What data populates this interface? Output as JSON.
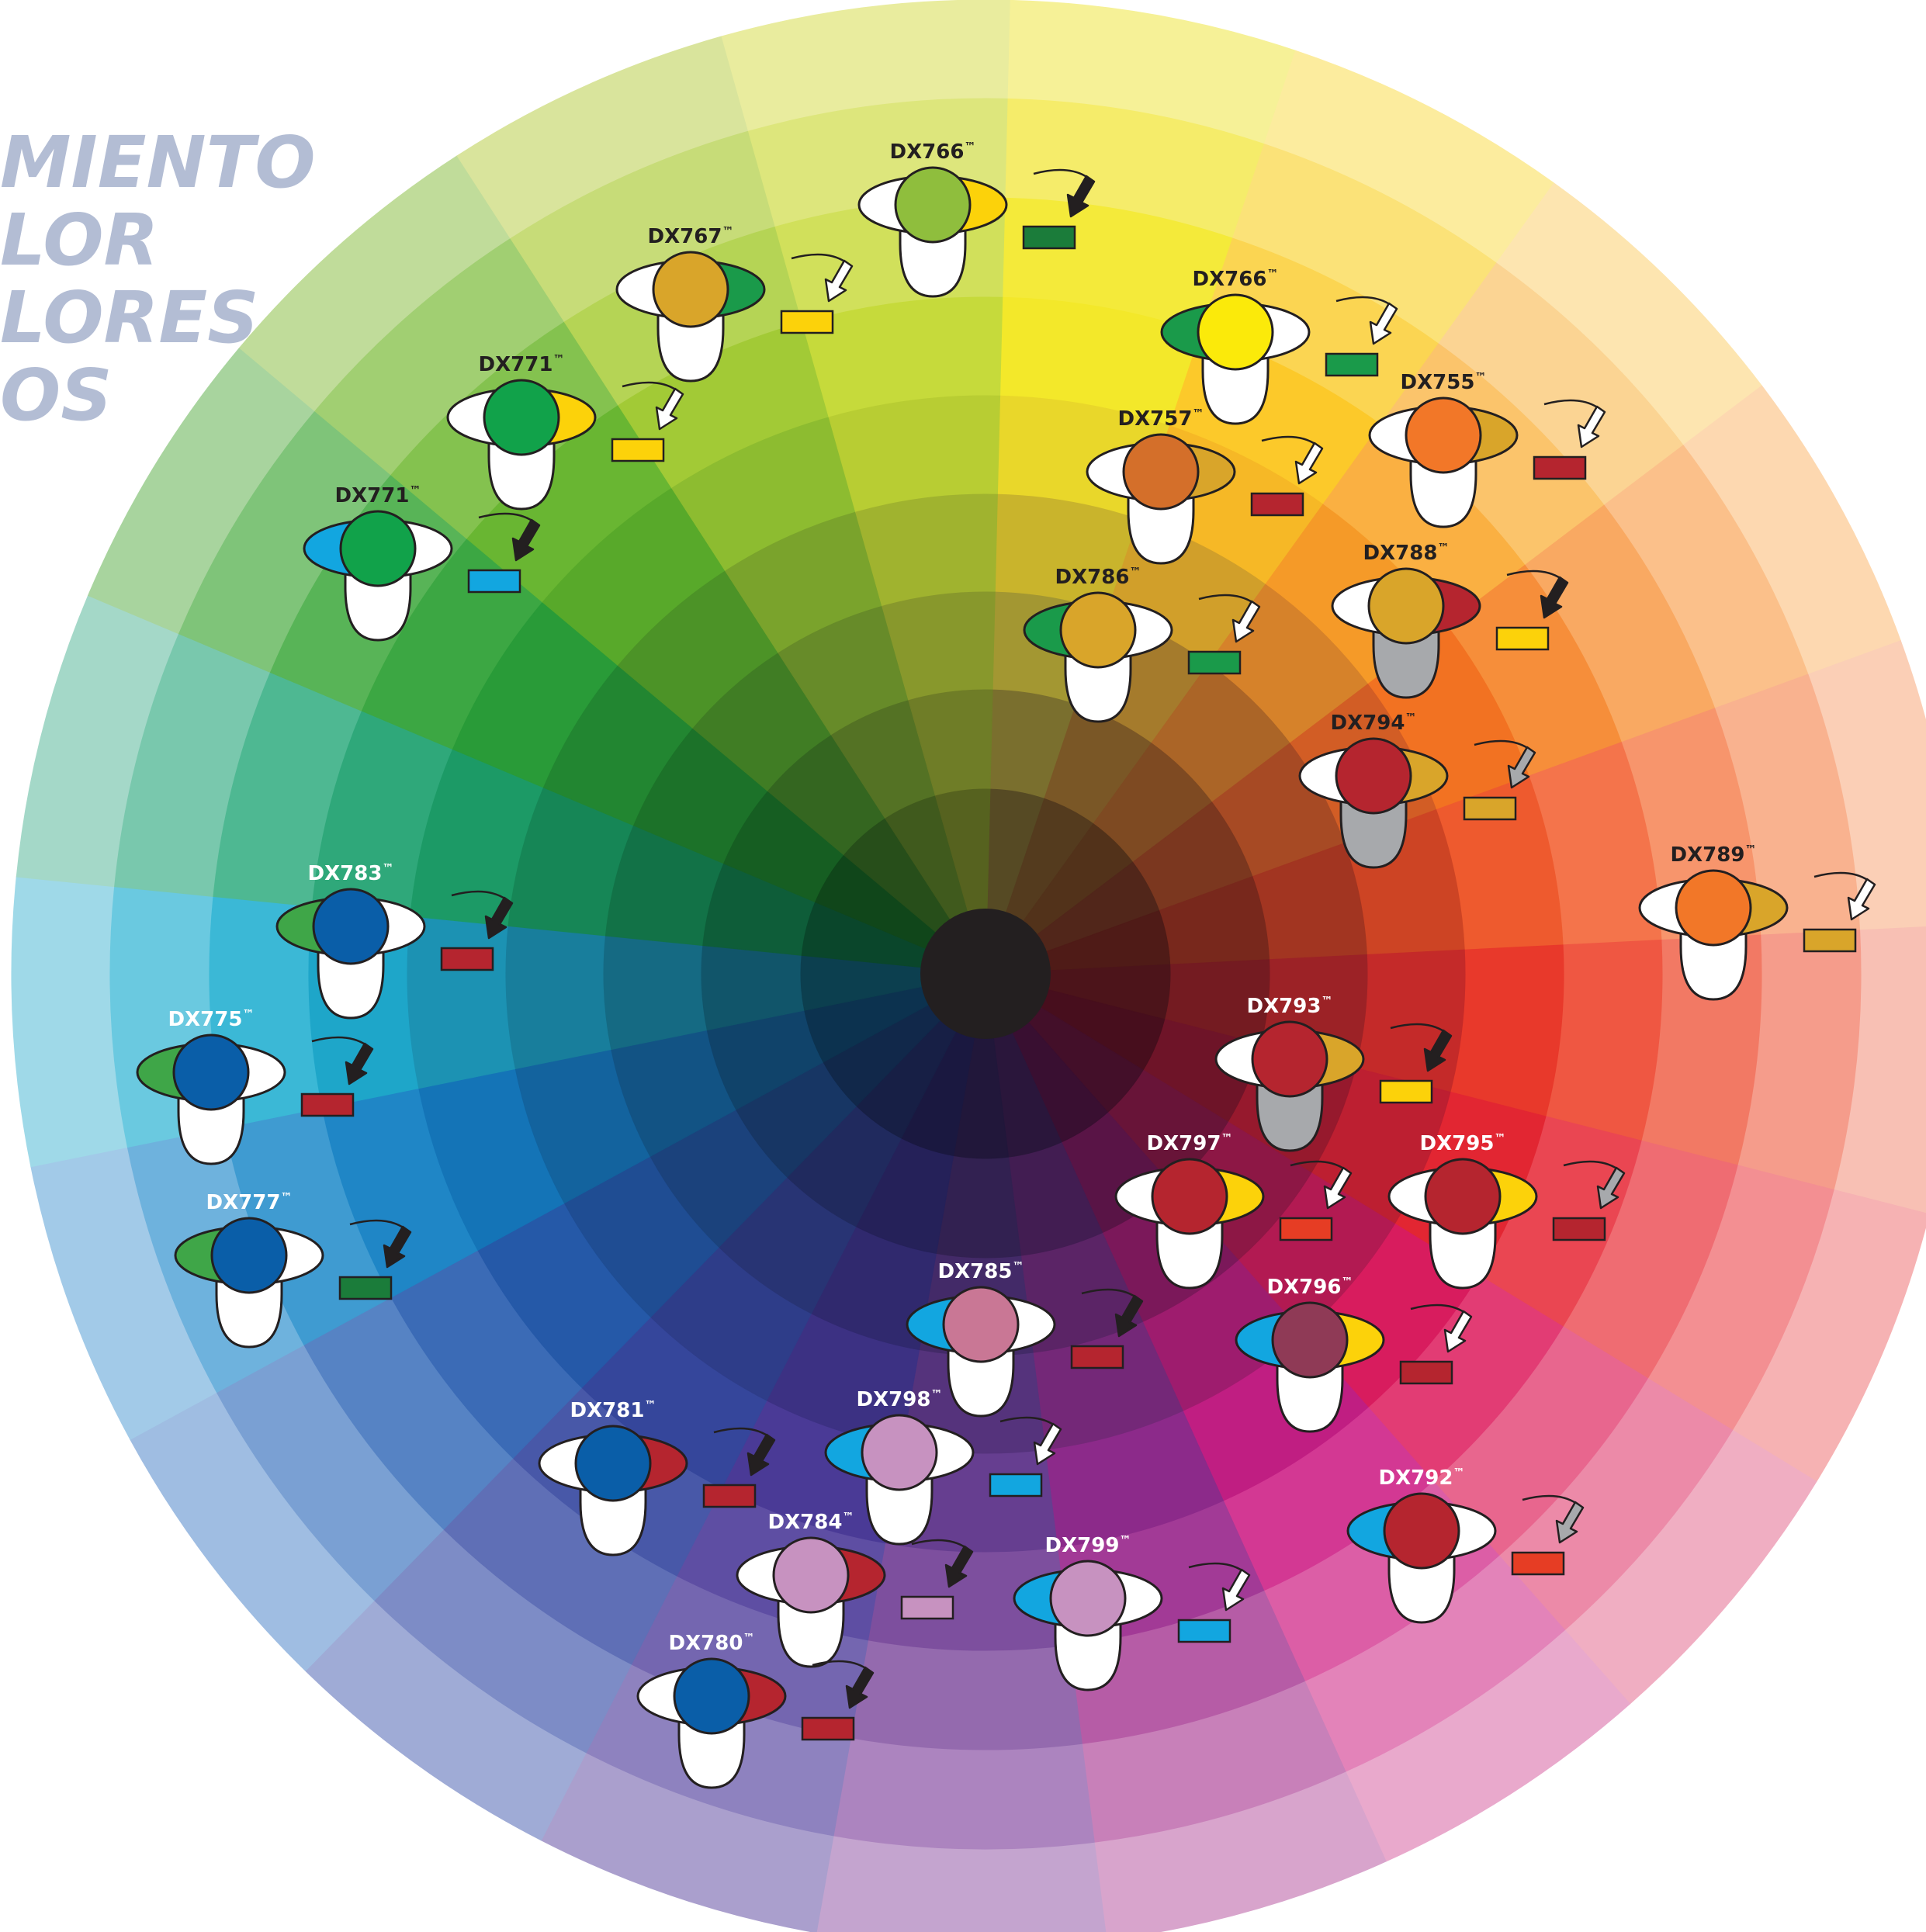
{
  "title_lines": [
    "MIENTO",
    "LOR",
    "LORES",
    "OS"
  ],
  "center_color": "#231f20",
  "wheel_colors": [
    [
      "#f6f197",
      "#f5ec6a",
      "#f4ea3a",
      "#f3e82a",
      "#e9d72a",
      "#c9b42c",
      "#a39732",
      "#7a6f2e",
      "#564a24"
    ],
    [
      "#fcec9e",
      "#fbe278",
      "#fbd552",
      "#fcc92a",
      "#f6b826",
      "#d19f2a",
      "#a57b2c",
      "#7a5726",
      "#543b1e"
    ],
    [
      "#fde5b0",
      "#fbd493",
      "#fbc46b",
      "#fab042",
      "#f59a28",
      "#d6822a",
      "#ab6527",
      "#7e4a22",
      "#52321a"
    ],
    [
      "#fdd8b0",
      "#fbc08a",
      "#f9a962",
      "#f68e3a",
      "#f27222",
      "#d25d25",
      "#a74a24",
      "#7b371f",
      "#51261a"
    ],
    [
      "#fbcfb6",
      "#f9b28f",
      "#f7956c",
      "#f4744b",
      "#ee5a2e",
      "#cd4424",
      "#a23521",
      "#78281c",
      "#4f1b17"
    ],
    [
      "#f8c0b4",
      "#f59c8b",
      "#f27964",
      "#ef5742",
      "#e8392b",
      "#c42a29",
      "#9c2226",
      "#741b21",
      "#4c141a"
    ],
    [
      "#f6b2b3",
      "#f38f92",
      "#ef6c72",
      "#ea4652",
      "#e22632",
      "#bd1f31",
      "#96192d",
      "#6e1428",
      "#470e1d"
    ],
    [
      "#f0aec2",
      "#ec8aa8",
      "#e8668e",
      "#e23c74",
      "#d81c5e",
      "#b21a52",
      "#8d1745",
      "#681438",
      "#430f29"
    ],
    [
      "#e9a9cc",
      "#e383b9",
      "#dc5ea6",
      "#d33893",
      "#c01e82",
      "#9e1c6e",
      "#7b185a",
      "#591446",
      "#390f31"
    ],
    [
      "#d8a4cc",
      "#c880b9",
      "#b65ca6",
      "#a23a96",
      "#8c2a8a",
      "#742878",
      "#5b2466",
      "#421d52",
      "#2a163b"
    ],
    [
      "#c4a4cf",
      "#ac84bf",
      "#946aae",
      "#7d4f9e",
      "#663e90",
      "#55337c",
      "#432a68",
      "#322151",
      "#21173a"
    ],
    [
      "#aa9fcd",
      "#8e82bf",
      "#7466b0",
      "#5e4ea3",
      "#4a3a96",
      "#3c3183",
      "#30296e",
      "#252159",
      "#1a1840"
    ],
    [
      "#9fabd6",
      "#7d8cc6",
      "#5f6fb6",
      "#4858a8",
      "#35469b",
      "#2e3d89",
      "#283474",
      "#202a5e",
      "#171f45"
    ],
    [
      "#9fbde2",
      "#7aa0d3",
      "#5683c4",
      "#3b6bb6",
      "#2559a8",
      "#1f4d93",
      "#1b427c",
      "#173664",
      "#11284a"
    ],
    [
      "#a2cae8",
      "#6eb2dd",
      "#3f9bd1",
      "#1f86c6",
      "#1474b7",
      "#13639e",
      "#125384",
      "#10436a",
      "#0c324f"
    ],
    [
      "#9fd9e8",
      "#6ac9e0",
      "#3bb8d6",
      "#1ea6c9",
      "#1c92b3",
      "#187e9c",
      "#156a83",
      "#11556a",
      "#0c3f4f"
    ],
    [
      "#a4d8c8",
      "#79c8ad",
      "#4eb892",
      "#2fa87a",
      "#1c9a66",
      "#168656",
      "#127247",
      "#0e5d39",
      "#0a462b"
    ],
    [
      "#a8d49e",
      "#7fc479",
      "#58b457",
      "#3ca743",
      "#299b38",
      "#228631",
      "#1c7229",
      "#165e22",
      "#10461a"
    ],
    [
      "#c0dc9a",
      "#a1cf72",
      "#84c24f",
      "#69b632",
      "#58a92a",
      "#4c9327",
      "#407d24",
      "#346620",
      "#274e1a"
    ],
    [
      "#d9e49c",
      "#c7dc78",
      "#b5d455",
      "#a2ca36",
      "#8dbc30",
      "#7aa32c",
      "#678b29",
      "#547224",
      "#405a1d"
    ],
    [
      "#e9ec9e",
      "#dde67c",
      "#d1e05b",
      "#c6da3b",
      "#b8cd33",
      "#a0b32f",
      "#88982c",
      "#6f7d27",
      "#56621f"
    ]
  ],
  "labels": [
    {
      "text": "DX766",
      "dark": true,
      "ring": "#ffffff",
      "left": "#ffffff",
      "right": "#fcd20a",
      "circle": "#8fbe3d",
      "bottom": "#ffffff",
      "swatch": "#1b7c3a",
      "arrow": "#231f20"
    },
    {
      "text": "DX767",
      "dark": true,
      "ring": "#ffffff",
      "left": "#ffffff",
      "right": "#1a9a4a",
      "circle": "#d9a52a",
      "bottom": "#ffffff",
      "swatch": "#fcd20a",
      "arrow": "#ffffff"
    },
    {
      "text": "DX766",
      "dark": true,
      "ring": "#ffffff",
      "left": "#1a9a4a",
      "right": "#ffffff",
      "circle": "#fbea0a",
      "bottom": "#ffffff",
      "swatch": "#1a9a4a",
      "arrow": "#ffffff"
    },
    {
      "text": "DX771",
      "dark": true,
      "ring": "#ffffff",
      "left": "#ffffff",
      "right": "#fcd20a",
      "circle": "#11a24a",
      "bottom": "#ffffff",
      "swatch": "#fcd20a",
      "arrow": "#ffffff"
    },
    {
      "text": "DX755",
      "dark": true,
      "ring": "#ffffff",
      "left": "#ffffff",
      "right": "#d9a52a",
      "circle": "#f27728",
      "bottom": "#ffffff",
      "swatch": "#b5252f",
      "arrow": "#ffffff"
    },
    {
      "text": "DX757",
      "dark": true,
      "ring": "#ffffff",
      "left": "#ffffff",
      "right": "#d9a52a",
      "circle": "#d46f2a",
      "bottom": "#ffffff",
      "swatch": "#b5252f",
      "arrow": "#ffffff"
    },
    {
      "text": "DX771",
      "dark": true,
      "ring": "#ffffff",
      "left": "#12a6e0",
      "right": "#ffffff",
      "circle": "#11a24a",
      "bottom": "#ffffff",
      "swatch": "#12a6e0",
      "arrow": "#231f20"
    },
    {
      "text": "DX788",
      "dark": true,
      "ring": "#ffffff",
      "left": "#ffffff",
      "right": "#b5252f",
      "circle": "#d9a52a",
      "bottom": "#a7a9ac",
      "swatch": "#fcd20a",
      "arrow": "#231f20"
    },
    {
      "text": "DX786",
      "dark": true,
      "ring": "#ffffff",
      "left": "#1a9a4a",
      "right": "#ffffff",
      "circle": "#d9a52a",
      "bottom": "#ffffff",
      "swatch": "#1a9a4a",
      "arrow": "#ffffff"
    },
    {
      "text": "DX794",
      "dark": true,
      "ring": "#ffffff",
      "left": "#ffffff",
      "right": "#d9a52a",
      "circle": "#b5252f",
      "bottom": "#a7a9ac",
      "swatch": "#d9a52a",
      "arrow": "#a7a9ac"
    },
    {
      "text": "DX789",
      "dark": true,
      "ring": "#ffffff",
      "left": "#ffffff",
      "right": "#d9a52a",
      "circle": "#f27728",
      "bottom": "#ffffff",
      "swatch": "#d9a52a",
      "arrow": "#ffffff"
    },
    {
      "text": "DX783",
      "dark": false,
      "ring": "#ffffff",
      "left": "#3fa648",
      "right": "#ffffff",
      "circle": "#0a5ea8",
      "bottom": "#ffffff",
      "swatch": "#b5252f",
      "arrow": "#231f20"
    },
    {
      "text": "DX793",
      "dark": false,
      "ring": "#ffffff",
      "left": "#ffffff",
      "right": "#d9a52a",
      "circle": "#b5252f",
      "bottom": "#a7a9ac",
      "swatch": "#fcd20a",
      "arrow": "#231f20"
    },
    {
      "text": "DX775",
      "dark": false,
      "ring": "#ffffff",
      "left": "#3fa648",
      "right": "#ffffff",
      "circle": "#0a5ea8",
      "bottom": "#ffffff",
      "swatch": "#b5252f",
      "arrow": "#231f20"
    },
    {
      "text": "DX797",
      "dark": false,
      "ring": "#ffffff",
      "left": "#ffffff",
      "right": "#fcd20a",
      "circle": "#b5252f",
      "bottom": "#ffffff",
      "swatch": "#e63d24",
      "arrow": "#ffffff"
    },
    {
      "text": "DX795",
      "dark": false,
      "ring": "#ffffff",
      "left": "#ffffff",
      "right": "#fcd20a",
      "circle": "#b5252f",
      "bottom": "#ffffff",
      "swatch": "#b5252f",
      "arrow": "#a7a9ac"
    },
    {
      "text": "DX777",
      "dark": false,
      "ring": "#ffffff",
      "left": "#3fa648",
      "right": "#ffffff",
      "circle": "#0a5ea8",
      "bottom": "#ffffff",
      "swatch": "#1b7c3a",
      "arrow": "#231f20"
    },
    {
      "text": "DX785",
      "dark": false,
      "ring": "#ffffff",
      "left": "#12a6e0",
      "right": "#ffffff",
      "circle": "#c97795",
      "bottom": "#ffffff",
      "swatch": "#b5252f",
      "arrow": "#231f20"
    },
    {
      "text": "DX796",
      "dark": false,
      "ring": "#ffffff",
      "left": "#12a6e0",
      "right": "#fcd20a",
      "circle": "#8f3a56",
      "bottom": "#ffffff",
      "swatch": "#b5252f",
      "arrow": "#ffffff"
    },
    {
      "text": "DX781",
      "dark": false,
      "ring": "#ffffff",
      "left": "#ffffff",
      "right": "#b5252f",
      "circle": "#0a5ea8",
      "bottom": "#ffffff",
      "swatch": "#b5252f",
      "arrow": "#231f20"
    },
    {
      "text": "DX798",
      "dark": false,
      "ring": "#ffffff",
      "left": "#12a6e0",
      "right": "#ffffff",
      "circle": "#c792c0",
      "bottom": "#ffffff",
      "swatch": "#12a6e0",
      "arrow": "#ffffff"
    },
    {
      "text": "DX792",
      "dark": false,
      "ring": "#ffffff",
      "left": "#12a6e0",
      "right": "#ffffff",
      "circle": "#b5252f",
      "bottom": "#ffffff",
      "swatch": "#e63d24",
      "arrow": "#a7a9ac"
    },
    {
      "text": "DX784",
      "dark": false,
      "ring": "#ffffff",
      "left": "#ffffff",
      "right": "#b5252f",
      "circle": "#c792c0",
      "bottom": "#ffffff",
      "swatch": "#c792c0",
      "arrow": "#231f20"
    },
    {
      "text": "DX799",
      "dark": false,
      "ring": "#ffffff",
      "left": "#12a6e0",
      "right": "#ffffff",
      "circle": "#c792c0",
      "bottom": "#ffffff",
      "swatch": "#12a6e0",
      "arrow": "#ffffff"
    },
    {
      "text": "DX780",
      "dark": false,
      "ring": "#ffffff",
      "left": "#ffffff",
      "right": "#b5252f",
      "circle": "#0a5ea8",
      "bottom": "#ffffff",
      "swatch": "#b5252f",
      "arrow": "#231f20"
    }
  ],
  "tm_mark": "™"
}
